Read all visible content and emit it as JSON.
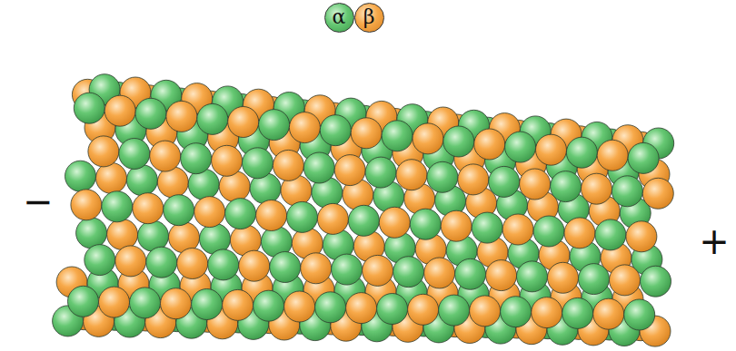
{
  "diagram": {
    "nodes": [
      {
        "text": [
          "α"
        ]
      },
      {
        "text": [
          "β"
        ]
      }
    ],
    "labels": [
      "−",
      "+"
    ]
  }
}
